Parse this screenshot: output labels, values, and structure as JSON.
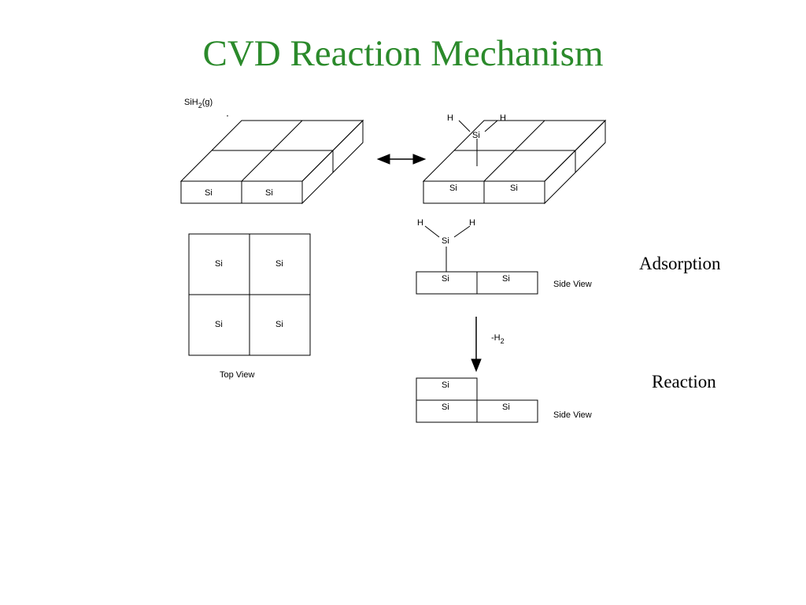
{
  "title": "CVD Reaction Mechanism",
  "labels": {
    "adsorption": "Adsorption",
    "reaction": "Reaction",
    "top_view": "Top View",
    "side_view": "Side View",
    "gas_species_base": "SiH",
    "gas_species_sub": "2",
    "gas_species_suffix": "(g)",
    "si": "Si",
    "h": "H",
    "minus_h2_base": "-H",
    "minus_h2_sub": "2"
  },
  "colors": {
    "title": "#2b8a2b",
    "lines": "#000000"
  }
}
